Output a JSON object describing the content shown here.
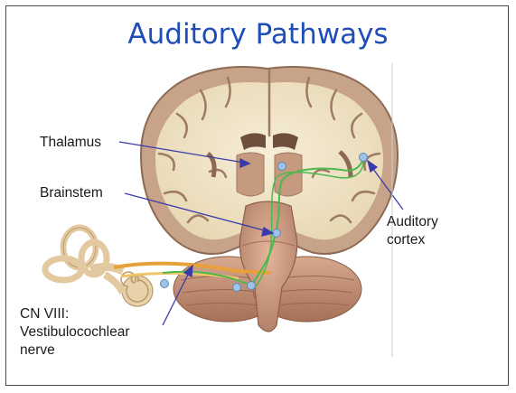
{
  "title": "Auditory Pathways",
  "labels": {
    "thalamus": "Thalamus",
    "brainstem": "Brainstem",
    "auditory_cortex": "Auditory\ncortex",
    "cn_viii": "CN VIII:\nVestibulocochlear\nnerve"
  },
  "colors": {
    "title": "#1f4eb6",
    "leader_lines": "#3a3aa8",
    "white_matter": "#f1e6c9",
    "gray_matter": "#c7a489",
    "pathway": "#4db84d",
    "nerve": "#e8a13a",
    "nucleus": "#9fc3e6"
  }
}
